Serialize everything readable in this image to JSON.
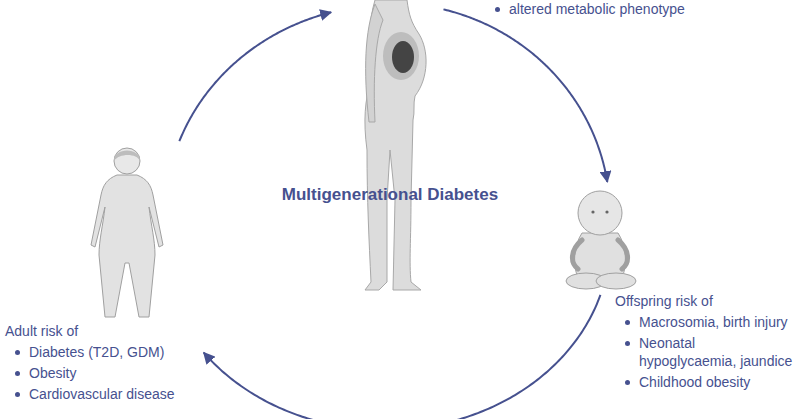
{
  "diagram": {
    "title": "Multigenerational Diabetes",
    "nodes": [
      {
        "text": [
          "altered metabolic phenotype"
        ]
      },
      {
        "text": [
          "Offspring risk of",
          "Macrosomia, birth injury",
          "Neonatal hypoglycaemia, jaundice",
          "Childhood obesity"
        ]
      },
      {
        "text": [
          "Adult risk of",
          "Diabetes (T2D, GDM)",
          "Obesity",
          "Cardiovascular disease"
        ]
      }
    ],
    "edges": [
      {
        "from": 0,
        "to": 1,
        "arrow": "to"
      },
      {
        "from": 1,
        "to": 2,
        "arrow": "to"
      },
      {
        "from": 2,
        "to": 0,
        "arrow": "to"
      }
    ]
  }
}
